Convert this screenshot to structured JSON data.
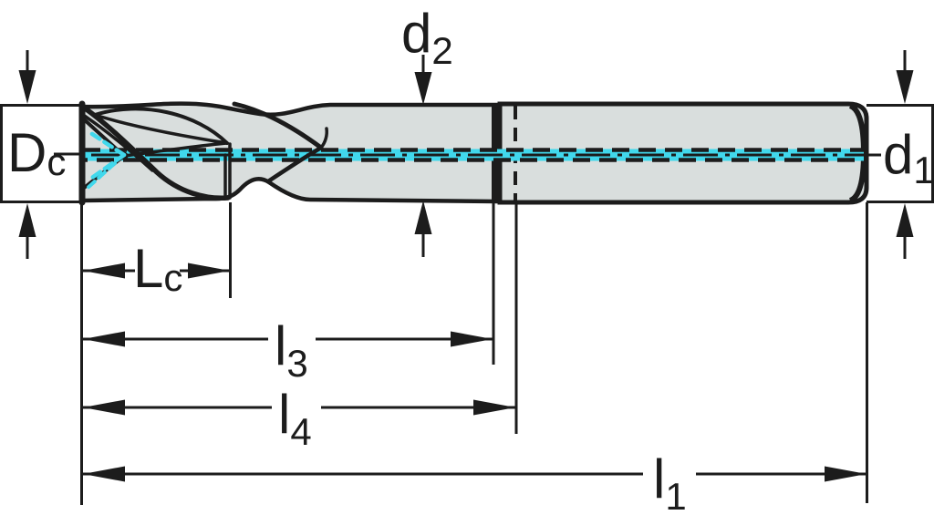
{
  "diagram": {
    "kind": "end-mill-dimension-drawing",
    "labels": {
      "dc": {
        "base": "D",
        "sub": "c"
      },
      "d2": {
        "base": "d",
        "sub": "2"
      },
      "d1": {
        "base": "d",
        "sub": "1"
      },
      "lc": {
        "base": "L",
        "sub": "c"
      },
      "l3": {
        "base": "l",
        "sub": "3"
      },
      "l4": {
        "base": "l",
        "sub": "4"
      },
      "l1": {
        "base": "l",
        "sub": "1"
      }
    },
    "colors": {
      "line": "#1c1c1c",
      "body": "#d9dedd",
      "coolant": "#41d8ec",
      "bg": "#ffffff"
    }
  }
}
